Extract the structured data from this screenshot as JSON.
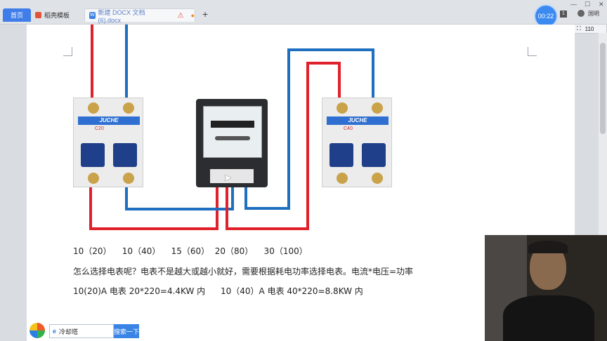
{
  "tabs": {
    "home": "首页",
    "template": "稻壳模板",
    "document": "新建 DOCX 文档 (6).docx",
    "new_tab": "+"
  },
  "header": {
    "timer": "00:22",
    "badge": "1",
    "user": "国明",
    "zoom": "110"
  },
  "body": {
    "ratings_line": "10（20）    10（40）    15（60）  20（80）    30（100）",
    "question_line": "怎么选择电表呢？电表不是越大或越小就好，需要根据耗电功率选择电表。电流*电压=功率",
    "example_a": "10(20)A 电表 20*220=4.4KW 内",
    "example_b": "10（40）A 电表 40*220=8.8KW 内"
  },
  "devices": {
    "breaker_brand": "JUCHE",
    "breaker_left_rating": "C20",
    "breaker_right_rating": "C40"
  },
  "search_widget": {
    "input_value": "冷却塔",
    "button_label": "搜索一下"
  },
  "colors": {
    "wire_live": "#e0202a",
    "wire_neutral": "#1f6fc0",
    "accent": "#3f7ee8"
  }
}
